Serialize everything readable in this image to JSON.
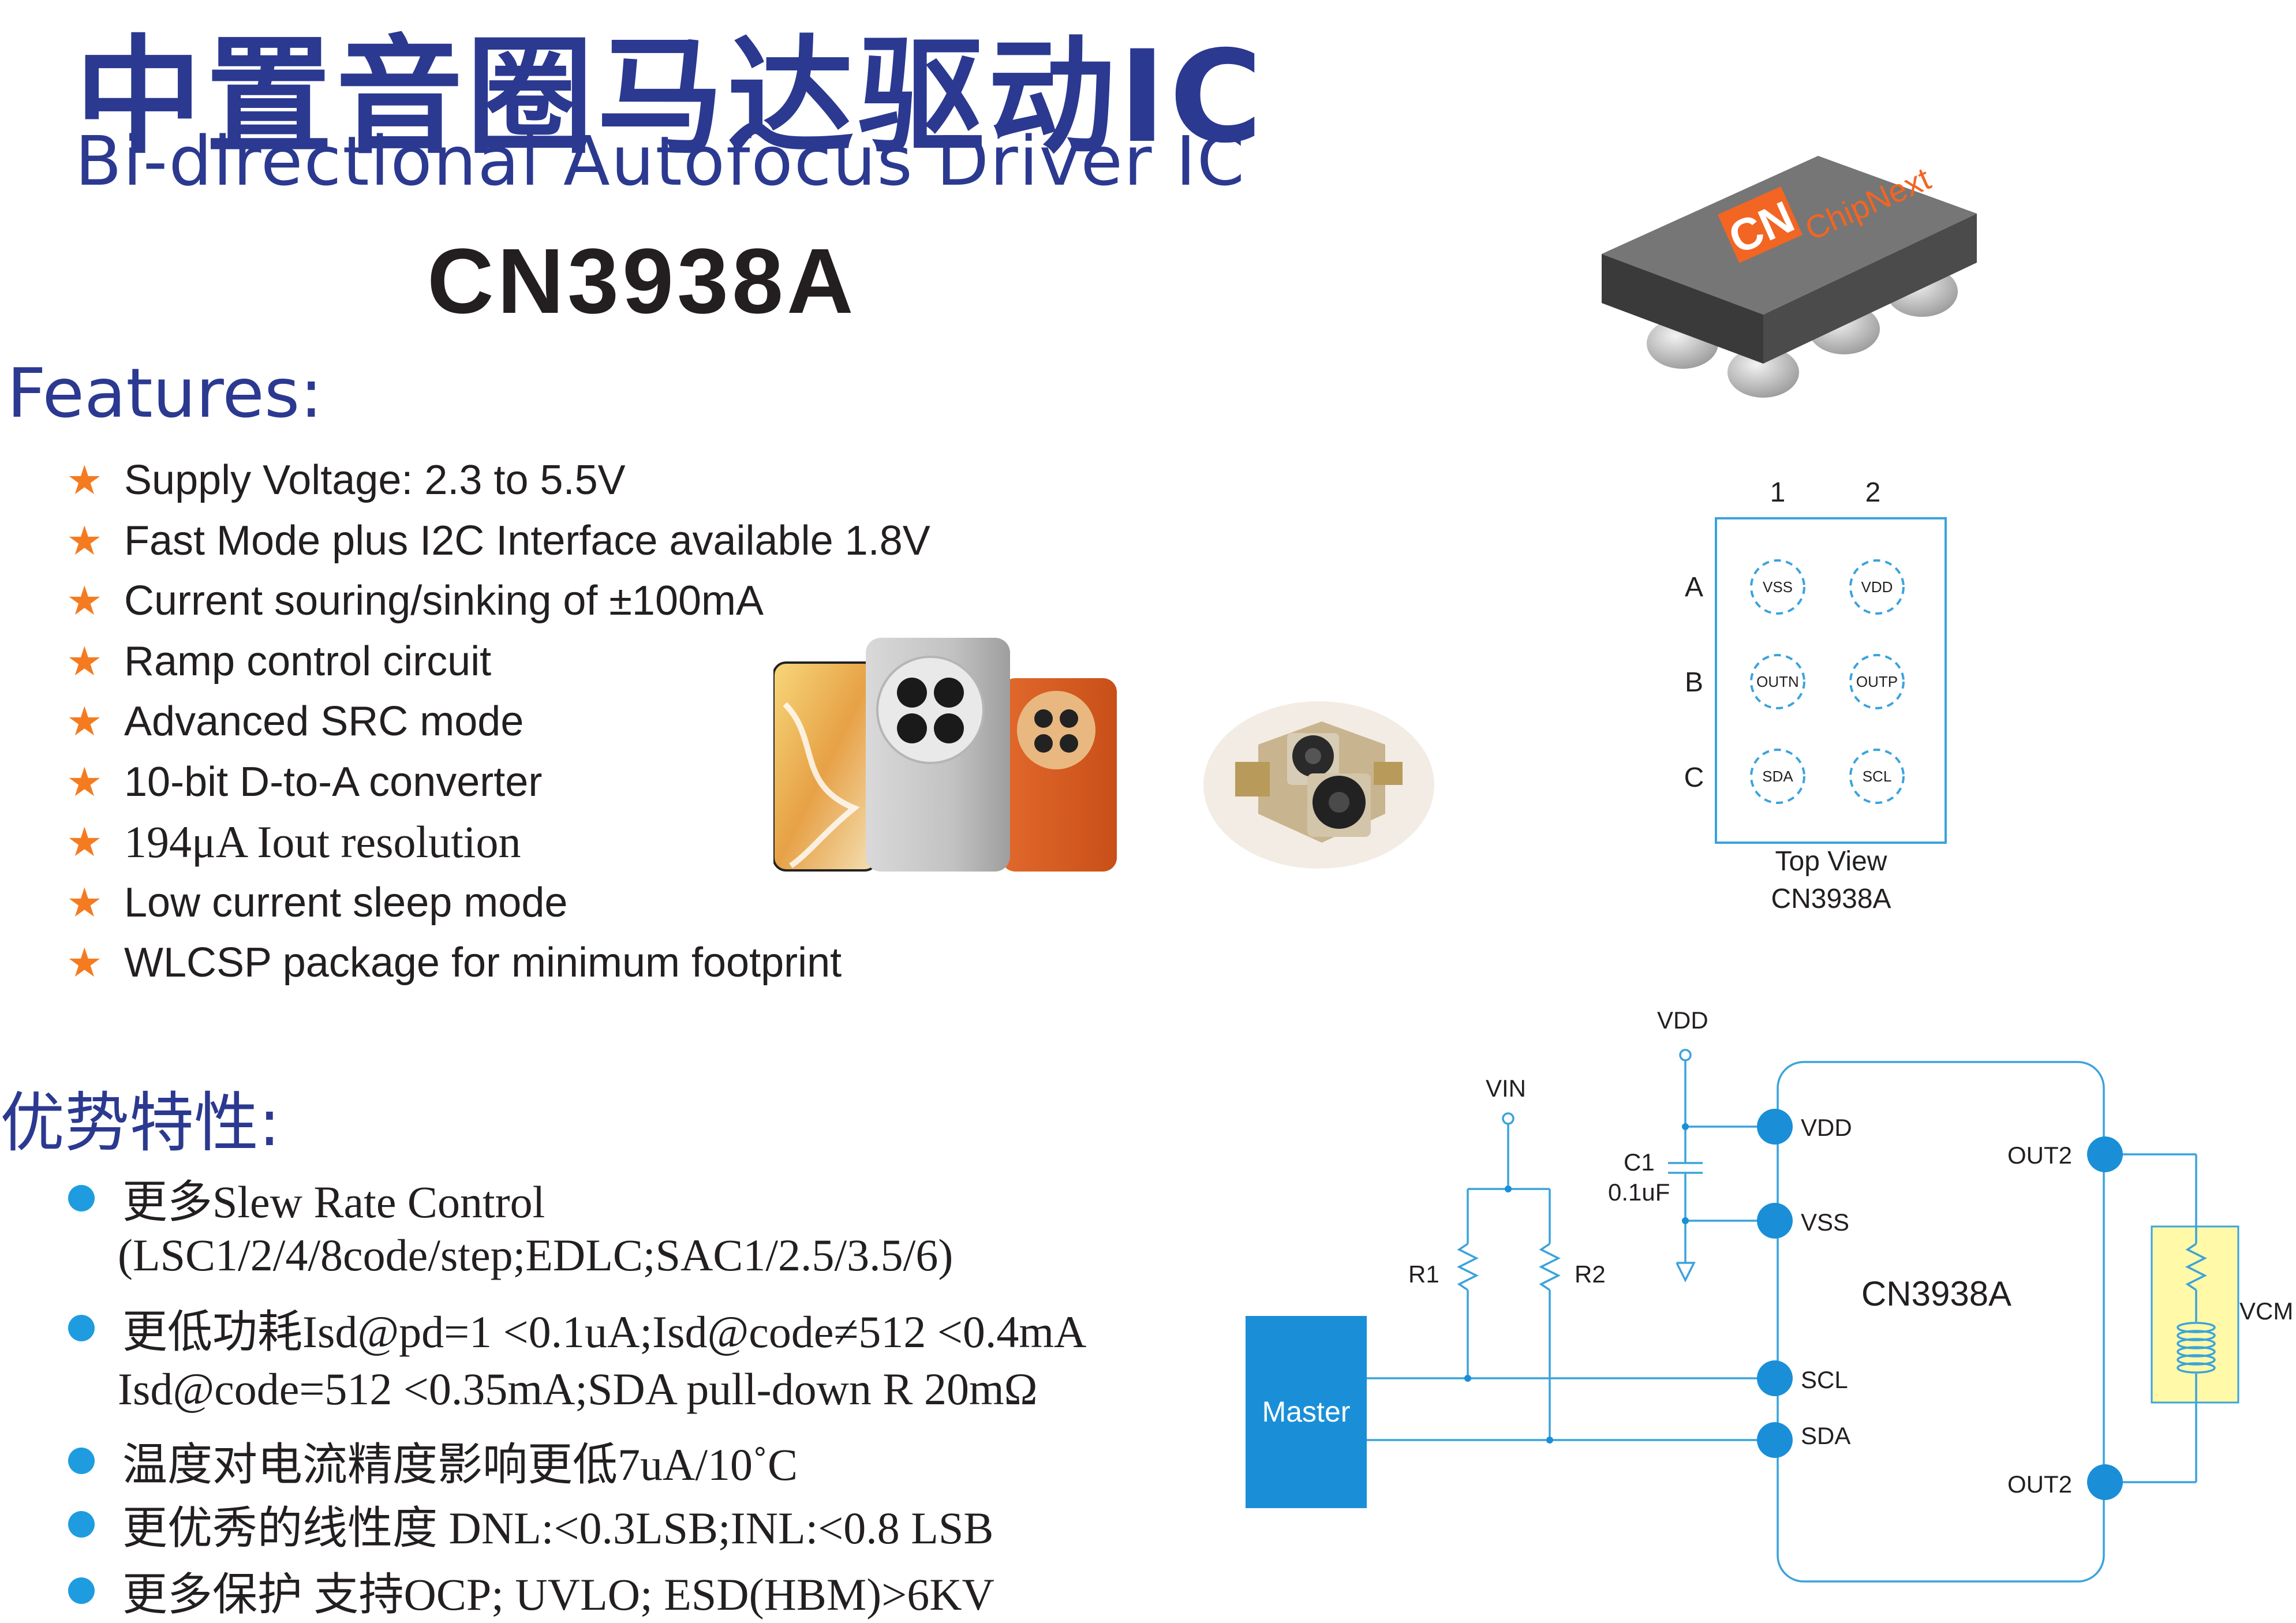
{
  "title_cn": "中置音圈马达驱动IC",
  "title_en": "Bi-directional Autofocus Driver IC",
  "part_number": "CN3938A",
  "features_heading": "Features:",
  "features": [
    "Supply Voltage: 2.3 to 5.5V",
    "Fast Mode plus I2C Interface available 1.8V",
    "Current souring/sinking of ±100mA",
    "Ramp control circuit",
    "Advanced SRC mode",
    "10-bit D-to-A converter",
    "194μA Iout resolution",
    "Low current sleep mode",
    "WLCSP package for minimum footprint"
  ],
  "advantages_heading": "优势特性:",
  "advantages": [
    {
      "line1": "更多Slew Rate Control",
      "line2": "(LSC1/2/4/8code/step;EDLC;SAC1/2.5/3.5/6)"
    },
    {
      "line1": "更低功耗Isd@pd=1 <0.1uA;Isd@code≠512 <0.4mA",
      "line2": "Isd@code=512 <0.35mA;SDA pull-down R 20mΩ"
    },
    {
      "line1": "温度对电流精度影响更低7uA/10˚C"
    },
    {
      "line1": "更优秀的线性度 DNL:<0.3LSB;INL:<0.8 LSB"
    },
    {
      "line1": "更多保护 支持OCP; UVLO; ESD(HBM)>6KV"
    }
  ],
  "chip_logo": "ChipNext",
  "pinout": {
    "columns": [
      "1",
      "2"
    ],
    "rows": [
      "A",
      "B",
      "C"
    ],
    "pins": [
      [
        "VSS",
        "VDD"
      ],
      [
        "OUTN",
        "OUTP"
      ],
      [
        "SDA",
        "SCL"
      ]
    ],
    "caption": "Top View",
    "caption2": "CN3938A"
  },
  "schematic": {
    "vdd": "VDD",
    "vin": "VIN",
    "c1": "C1",
    "c1_value": "0.1uF",
    "r1": "R1",
    "r2": "R2",
    "master": "Master",
    "ic": "CN3938A",
    "pins_left": [
      "VDD",
      "VSS",
      "SCL",
      "SDA"
    ],
    "pins_right": [
      "OUT2",
      "OUT2"
    ],
    "vcm": "VCM"
  },
  "colors": {
    "title_blue": "#2b3990",
    "star_orange": "#f47b20",
    "bullet_blue": "#1f9ce0",
    "line_blue": "#3aa3dc",
    "master_fill": "#1a8fd8",
    "vcm_fill": "#fff9a8",
    "logo_orange": "#f26522"
  }
}
